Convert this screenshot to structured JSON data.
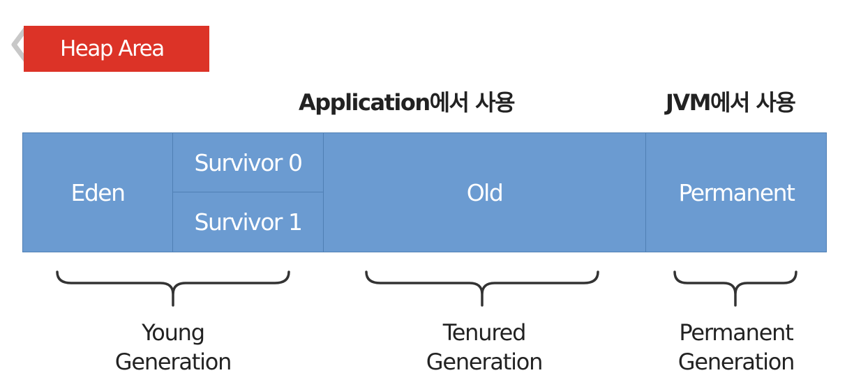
{
  "title": {
    "label": "Heap Area",
    "color": "#dc3327"
  },
  "usage": {
    "application": "Application에서 사용",
    "jvm": "JVM에서 사용"
  },
  "heap": {
    "color": "#6b9bd1",
    "eden": "Eden",
    "survivor0": "Survivor 0",
    "survivor1": "Survivor 1",
    "old": "Old",
    "permanent": "Permanent"
  },
  "generations": {
    "young": [
      "Young",
      "Generation"
    ],
    "tenured": [
      "Tenured",
      "Generation"
    ],
    "permanent": [
      "Permanent",
      "Generation"
    ]
  }
}
